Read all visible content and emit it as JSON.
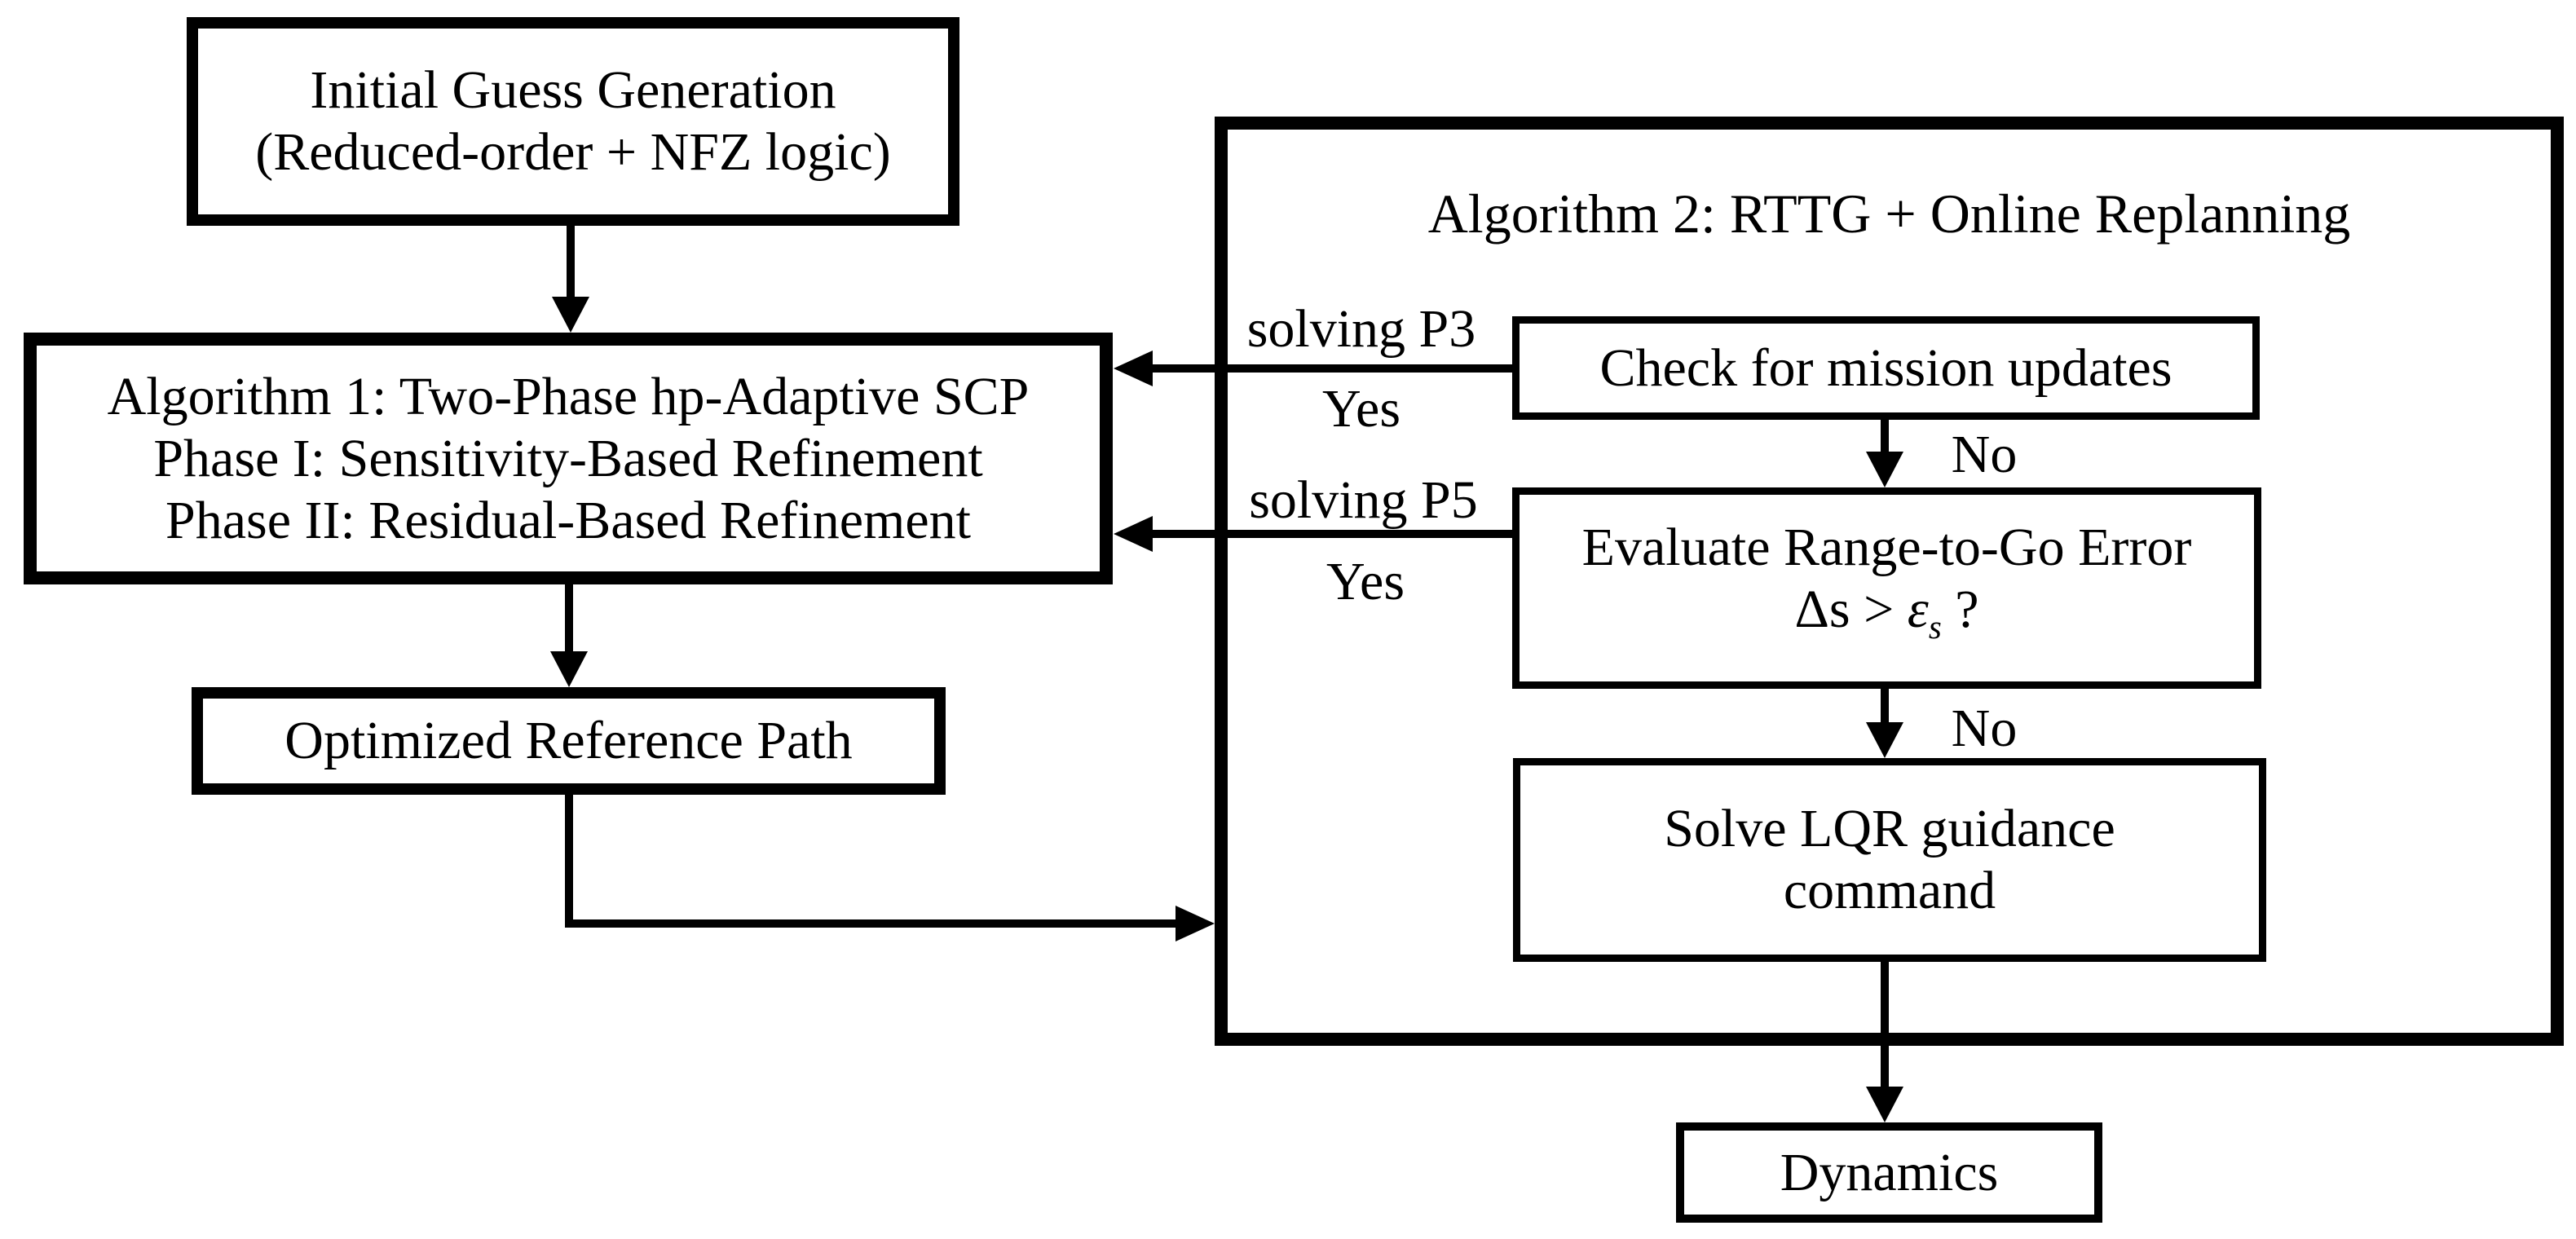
{
  "diagram": {
    "background": "#ffffff",
    "ink": "#000000",
    "boxes": {
      "initial_guess": {
        "line1": "Initial Guess Generation",
        "line2": "(Reduced-order + NFZ logic)"
      },
      "algorithm1": {
        "line1": "Algorithm 1: Two-Phase hp-Adaptive SCP",
        "line2": "Phase I: Sensitivity-Based Refinement",
        "line3": "Phase II: Residual-Based Refinement"
      },
      "optimized_path": {
        "label": "Optimized Reference Path"
      },
      "algorithm2": {
        "title": "Algorithm 2: RTTG + Online Replanning"
      },
      "check_updates": {
        "label": "Check for mission updates"
      },
      "evaluate_error": {
        "line1": "Evaluate Range-to-Go Error",
        "math_prefix": "Δs > ",
        "math_symbol": "ε",
        "math_sub": "s",
        "math_suffix": " ?"
      },
      "lqr": {
        "line1": "Solve LQR guidance",
        "line2": "command"
      },
      "dynamics": {
        "label": "Dynamics"
      }
    },
    "edge_labels": {
      "p3": {
        "top": "solving P3",
        "bottom": "Yes"
      },
      "p5": {
        "top": "solving P5",
        "bottom": "Yes"
      },
      "no_after_check": "No",
      "no_after_evaluate": "No"
    }
  }
}
